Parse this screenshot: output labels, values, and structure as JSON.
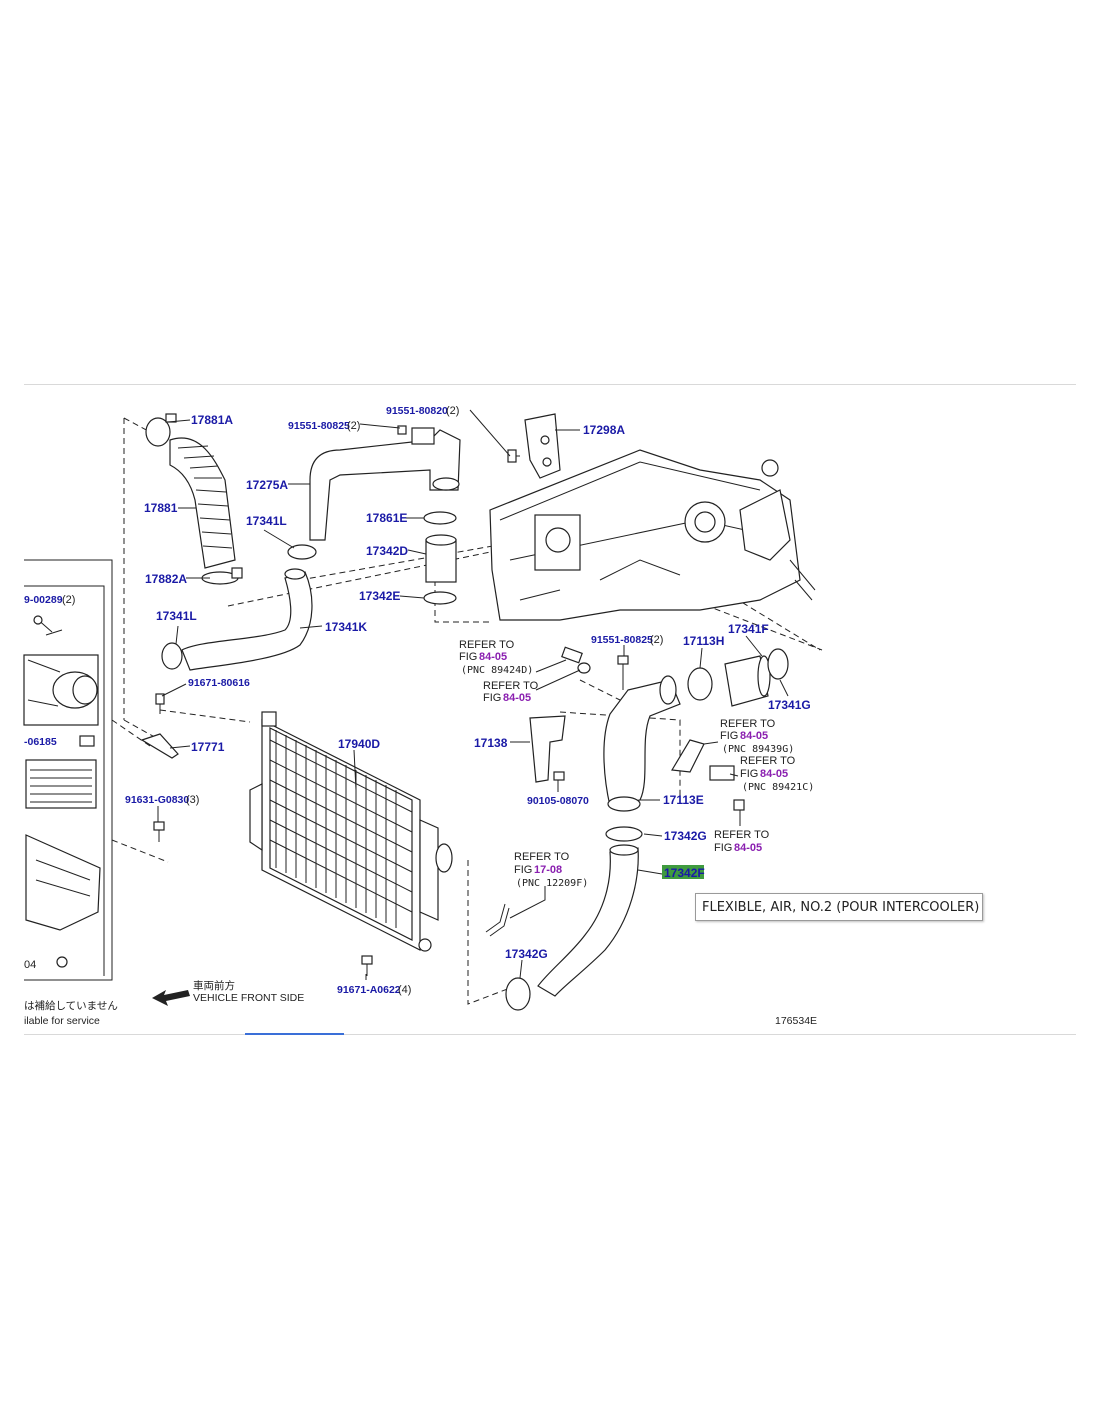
{
  "parts": {
    "p17881A": "17881A",
    "p17881": "17881",
    "p17882A": "17882A",
    "p17341L_a": "17341L",
    "p17341L_b": "17341L",
    "p17275A": "17275A",
    "p91551_80825_a": "91551-80825",
    "p91551_80825_a_qty": "(2)",
    "p91551_80820": "91551-80820",
    "p91551_80820_qty": "(2)",
    "p17298A": "17298A",
    "p17861E": "17861E",
    "p17342D": "17342D",
    "p17342E": "17342E",
    "p17341K": "17341K",
    "p91671_80616": "91671-80616",
    "p17771": "17771",
    "p17940D": "17940D",
    "p91631_G0830": "91631-G0830",
    "p91631_G0830_qty": "(3)",
    "p91671_A0622": "91671-A0622",
    "p91671_A0622_qty": "(4)",
    "p91551_80825_b": "91551-80825",
    "p91551_80825_b_qty": "(2)",
    "p17113H": "17113H",
    "p17341F": "17341F",
    "p17341G": "17341G",
    "p17138": "17138",
    "p90105_08070": "90105-08070",
    "p17113E": "17113E",
    "p17342G_a": "17342G",
    "p17342F": "17342F",
    "p17342G_b": "17342G",
    "p_left_1": "9-00289",
    "p_left_1_qty": "(2)",
    "p_left_2": "-06185",
    "p_left_3": "04"
  },
  "refs": {
    "r1_line1": "REFER TO",
    "r1_fig": "FIG",
    "r1_num": "84-05",
    "r1_pnc": "(PNC 89424D)",
    "r2_line1": "REFER TO",
    "r2_fig": "FIG",
    "r2_num": "84-05",
    "r3_line1": "REFER TO",
    "r3_fig": "FIG",
    "r3_num": "84-05",
    "r3_pnc": "(PNC 89439G)",
    "r4_line1": "REFER TO",
    "r4_fig": "FIG",
    "r4_num": "84-05",
    "r4_pnc": "(PNC 89421C)",
    "r5_line1": "REFER TO",
    "r5_fig": "FIG",
    "r5_num": "84-05",
    "r6_line1": "REFER TO",
    "r6_fig": "FIG",
    "r6_num": "17-08",
    "r6_pnc": "(PNC 12209F)"
  },
  "notes": {
    "front_jp": "車両前方",
    "front_en": "VEHICLE FRONT SIDE",
    "svc_jp": "は補給していません",
    "svc_en": "ilable for service",
    "diagram_id": "176534E"
  },
  "tooltip": {
    "text": "FLEXIBLE, AIR, NO.2 (POUR INTERCOOLER)"
  },
  "colors": {
    "part_label": "#1a1aa6",
    "fig_ref": "#8a1fb0",
    "highlight": "#3f9b3f"
  }
}
